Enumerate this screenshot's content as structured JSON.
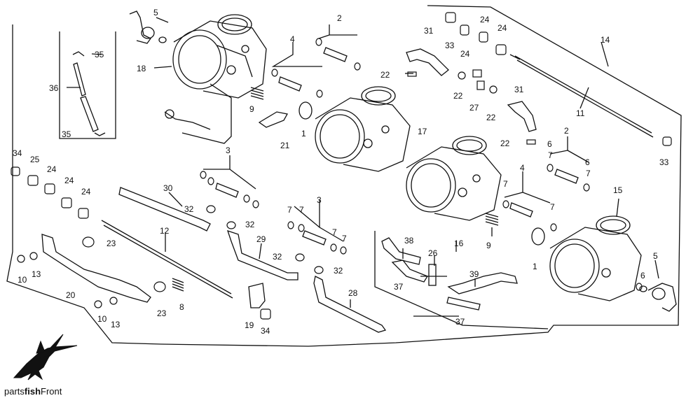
{
  "diagram": {
    "callouts": [
      "1",
      "2",
      "3",
      "4",
      "5",
      "6",
      "7",
      "8",
      "9",
      "10",
      "11",
      "12",
      "13",
      "14",
      "15",
      "16",
      "17",
      "18",
      "19",
      "20",
      "21",
      "22",
      "23",
      "24",
      "25",
      "26",
      "27",
      "28",
      "29",
      "30",
      "31",
      "32",
      "33",
      "34",
      "35",
      "36",
      "37",
      "38",
      "39"
    ]
  },
  "brand": {
    "prefix": "parts",
    "bold": "fish",
    "suffix": "Front"
  },
  "colors": {
    "ink": "#111111",
    "background": "#ffffff"
  },
  "icons": {
    "logo": "swordfish-logo-icon"
  }
}
